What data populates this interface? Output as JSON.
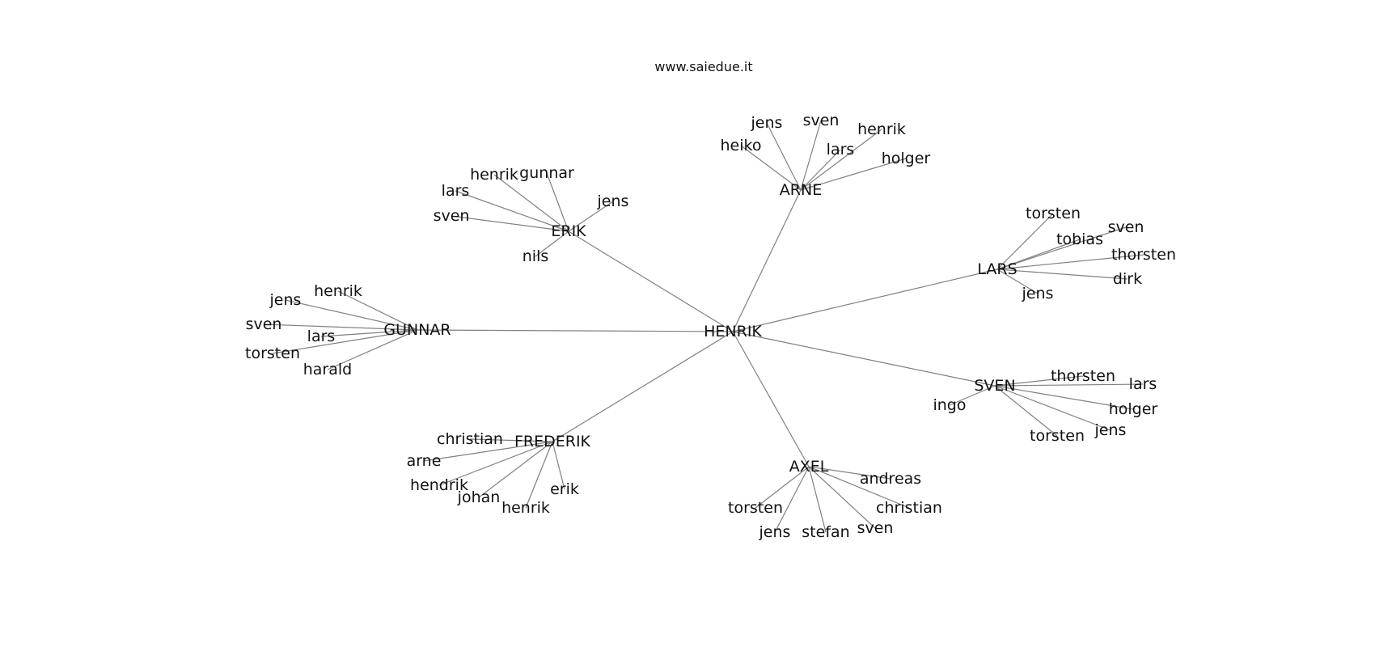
{
  "header": {
    "site": "www.saiedue.it"
  },
  "colors": {
    "edge": "#808080",
    "text": "#111111",
    "background": "#ffffff"
  },
  "graph": {
    "root": {
      "label": "HENRIK"
    },
    "groups": [
      {
        "label": "ARNE",
        "children": [
          "jens",
          "sven",
          "henrik",
          "heiko",
          "lars",
          "holger"
        ]
      },
      {
        "label": "ERIK",
        "children": [
          "henrik",
          "gunnar",
          "lars",
          "jens",
          "sven",
          "nils"
        ]
      },
      {
        "label": "LARS",
        "children": [
          "torsten",
          "sven",
          "tobias",
          "thorsten",
          "dirk",
          "jens"
        ]
      },
      {
        "label": "GUNNAR",
        "children": [
          "henrik",
          "jens",
          "sven",
          "lars",
          "torsten",
          "harald"
        ]
      },
      {
        "label": "SVEN",
        "children": [
          "thorsten",
          "lars",
          "ingo",
          "holger",
          "jens",
          "torsten"
        ]
      },
      {
        "label": "FREDERIK",
        "children": [
          "christian",
          "arne",
          "hendrik",
          "johan",
          "henrik",
          "erik"
        ]
      },
      {
        "label": "AXEL",
        "children": [
          "andreas",
          "torsten",
          "christian",
          "jens",
          "stefan",
          "sven"
        ]
      }
    ]
  }
}
